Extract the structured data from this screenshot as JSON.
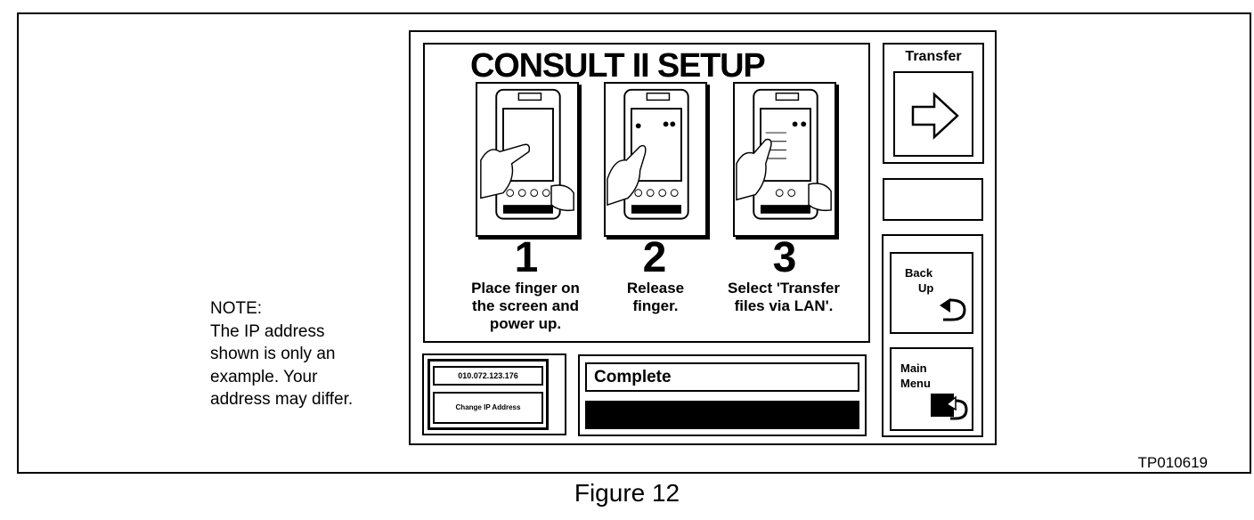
{
  "figure": {
    "caption": "Figure 12",
    "id": "TP010619"
  },
  "note": {
    "lines": [
      "NOTE:",
      "The IP address",
      "shown is only an",
      "example.  Your",
      "address may differ."
    ]
  },
  "setup": {
    "title": "CONSULT II SETUP",
    "steps": [
      {
        "number": "1",
        "lines": [
          "Place finger on",
          "the screen and",
          "power up."
        ]
      },
      {
        "number": "2",
        "lines": [
          "Release",
          "finger."
        ]
      },
      {
        "number": "3",
        "lines": [
          "Select 'Transfer",
          "files via LAN'."
        ]
      }
    ]
  },
  "ip": {
    "address": "010.072.123.176",
    "change_label": "Change IP Address"
  },
  "status": {
    "text": "Complete",
    "progress": 1.0,
    "bar_color": "#000000"
  },
  "transfer": {
    "label": "Transfer",
    "icon": "arrow-right-icon"
  },
  "back_up": {
    "line1": "Back",
    "line2": "Up",
    "icon": "return-arrow-icon"
  },
  "main_menu": {
    "line1": "Main",
    "line2": "Menu",
    "icon": "main-menu-icon"
  }
}
